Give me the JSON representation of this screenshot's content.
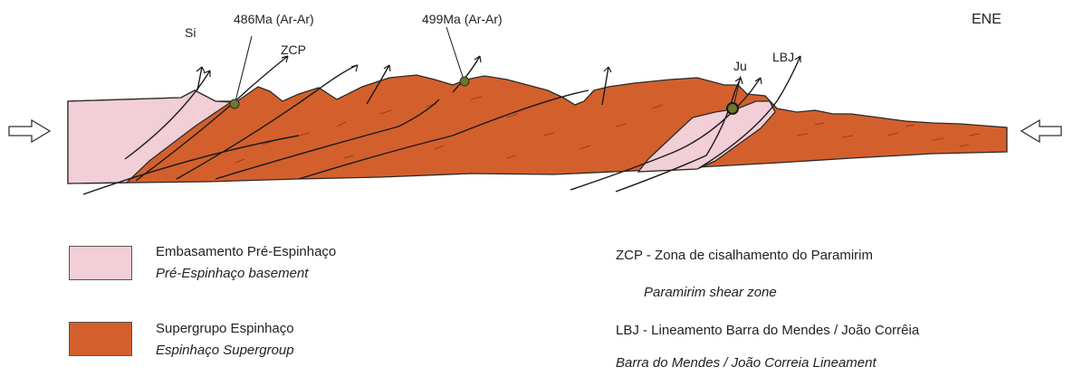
{
  "colors": {
    "basement": "#f2ced6",
    "supergroup": "#d3602c",
    "sample_dot": "#6b7a2a",
    "outline": "#2a2a2a"
  },
  "section": {
    "direction": "ENE",
    "labels": {
      "si": "Si",
      "age1": "486Ma (Ar-Ar)",
      "zcp": "ZCP",
      "age2": "499Ma (Ar-Ar)",
      "ju": "Ju",
      "lbj": "LBJ"
    }
  },
  "legend": {
    "basement_pt": "Embasamento Pré-Espinhaço",
    "basement_en": "Pré-Espinhaço basement",
    "supergroup_pt": "Supergrupo Espinhaço",
    "supergroup_en": "Espinhaço Supergroup",
    "zcp_pt": "ZCP - Zona de cisalhamento do Paramirim",
    "zcp_en": "Paramirim shear zone",
    "lbj_pt": "LBJ - Lineamento Barra do Mendes / João Corrêia",
    "lbj_en": "Barra do Mendes / João Correia Lineament"
  }
}
